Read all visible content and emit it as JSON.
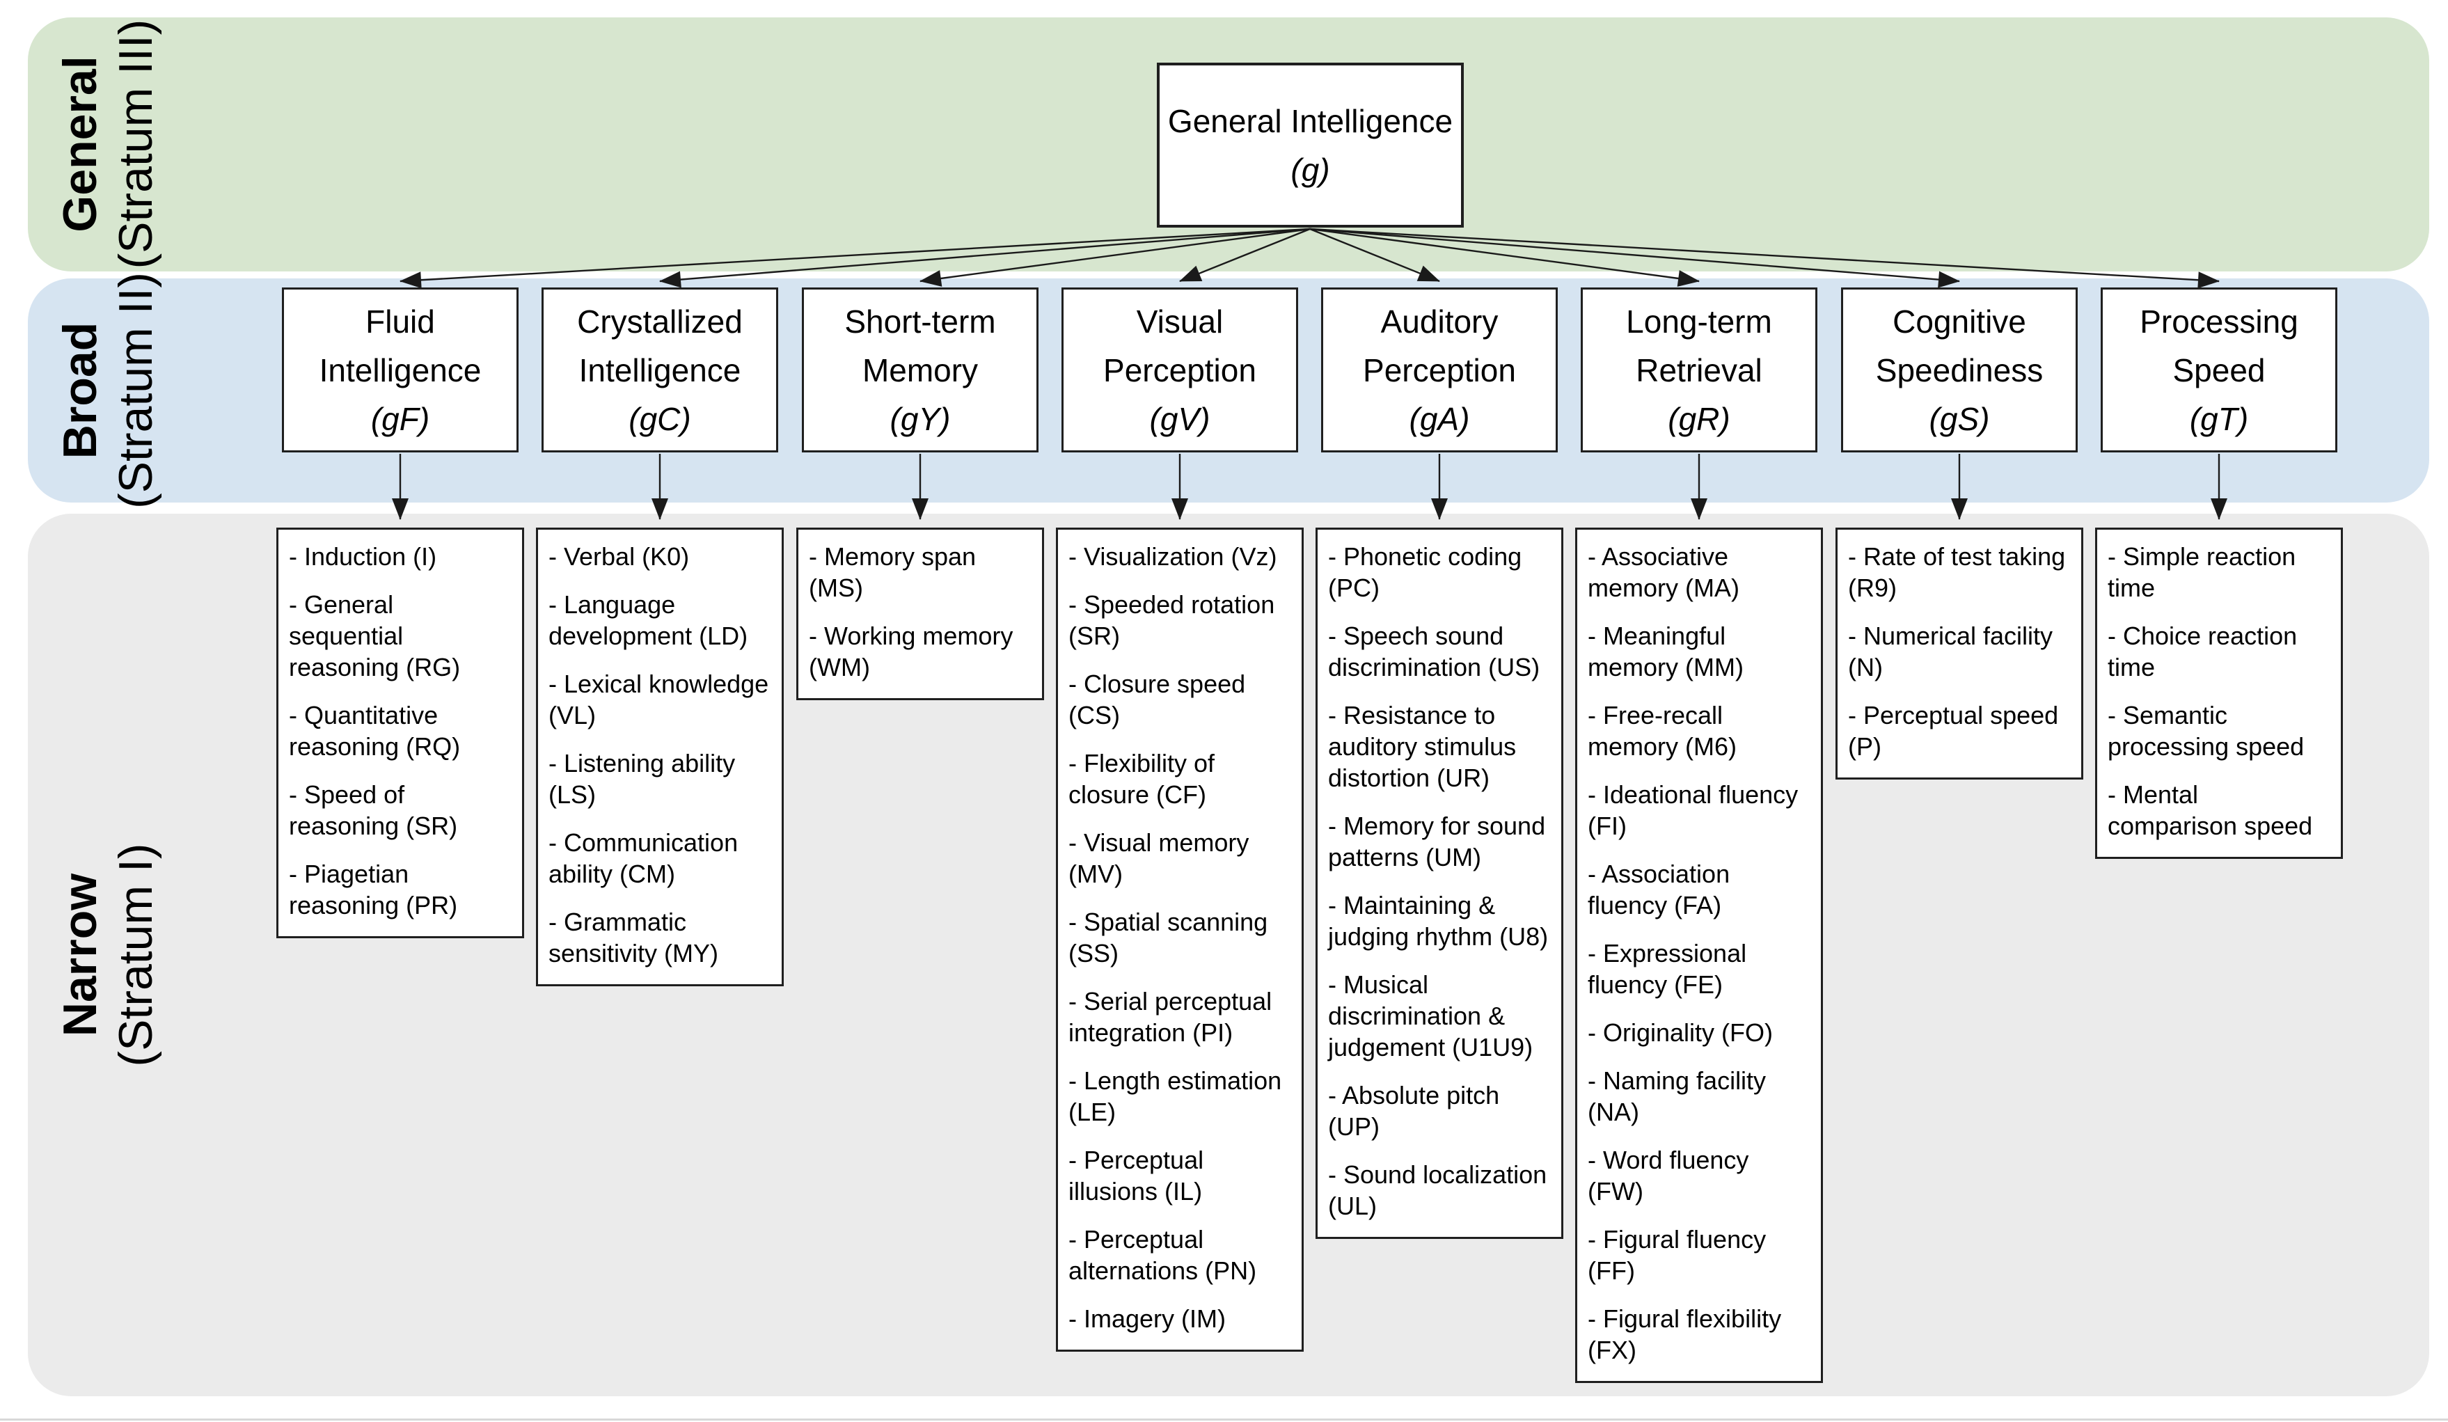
{
  "strata": [
    {
      "name": "General",
      "stratum": "(Stratum III)"
    },
    {
      "name": "Broad",
      "stratum": "(Stratum II)"
    },
    {
      "name": "Narrow",
      "stratum": "(Stratum I)"
    }
  ],
  "general_node": {
    "title": "General Intelligence",
    "code": "(g)"
  },
  "broad_nodes": [
    {
      "id": "gF",
      "title": "Fluid Intelligence",
      "code": "(gF)",
      "narrow_abilities": [
        "- Induction (I)",
        "- General sequential reasoning (RG)",
        "- Quantitative reasoning (RQ)",
        "- Speed of reasoning (SR)",
        "- Piagetian reasoning (PR)"
      ]
    },
    {
      "id": "gC",
      "title": "Crystallized Intelligence",
      "code": "(gC)",
      "narrow_abilities": [
        "- Verbal (K0)",
        "- Language development (LD)",
        "- Lexical knowledge (VL)",
        "- Listening ability (LS)",
        "- Communication ability (CM)",
        "- Grammatic sensitivity (MY)"
      ]
    },
    {
      "id": "gY",
      "title": "Short-term Memory",
      "code": "(gY)",
      "narrow_abilities": [
        "- Memory span (MS)",
        "- Working memory (WM)"
      ]
    },
    {
      "id": "gV",
      "title": "Visual Perception",
      "code": "(gV)",
      "narrow_abilities": [
        "- Visualization (Vz)",
        "- Speeded rotation (SR)",
        "- Closure speed (CS)",
        "- Flexibility of closure (CF)",
        "- Visual memory (MV)",
        "- Spatial scanning (SS)",
        "- Serial perceptual integration (PI)",
        "- Length estimation (LE)",
        "- Perceptual illusions (IL)",
        "- Perceptual alternations (PN)",
        "- Imagery (IM)"
      ]
    },
    {
      "id": "gA",
      "title": "Auditory Perception",
      "code": "(gA)",
      "narrow_abilities": [
        "- Phonetic coding (PC)",
        "- Speech sound discrimination (US)",
        "- Resistance to auditory stimulus distortion (UR)",
        "- Memory for sound patterns (UM)",
        "- Maintaining & judging rhythm (U8)",
        "- Musical discrimination & judgement (U1U9)",
        "- Absolute pitch (UP)",
        "- Sound localization (UL)"
      ]
    },
    {
      "id": "gR",
      "title": "Long-term Retrieval",
      "code": "(gR)",
      "narrow_abilities": [
        "- Associative memory (MA)",
        "- Meaningful memory (MM)",
        "- Free-recall memory (M6)",
        "- Ideational fluency (FI)",
        "- Association fluency (FA)",
        "- Expressional fluency (FE)",
        "- Originality (FO)",
        "- Naming facility (NA)",
        "- Word fluency (FW)",
        "- Figural fluency (FF)",
        "- Figural flexibility (FX)"
      ]
    },
    {
      "id": "gS",
      "title": "Cognitive Speediness",
      "code": "(gS)",
      "narrow_abilities": [
        "- Rate of test taking (R9)",
        "- Numerical facility (N)",
        "- Perceptual speed (P)"
      ]
    },
    {
      "id": "gT",
      "title": "Processing Speed",
      "code": "(gT)",
      "narrow_abilities": [
        "- Simple reaction time",
        "- Choice reaction time",
        "- Semantic processing speed",
        "- Mental comparison speed"
      ]
    }
  ],
  "colors": {
    "general_band": "#d7e6cf",
    "broad_band": "#d6e4f1",
    "narrow_band": "#ebebeb",
    "node_fill": "#ffffff",
    "node_border": "#1f1f1f",
    "arrow": "#1a1a1a",
    "text": "#000000"
  }
}
